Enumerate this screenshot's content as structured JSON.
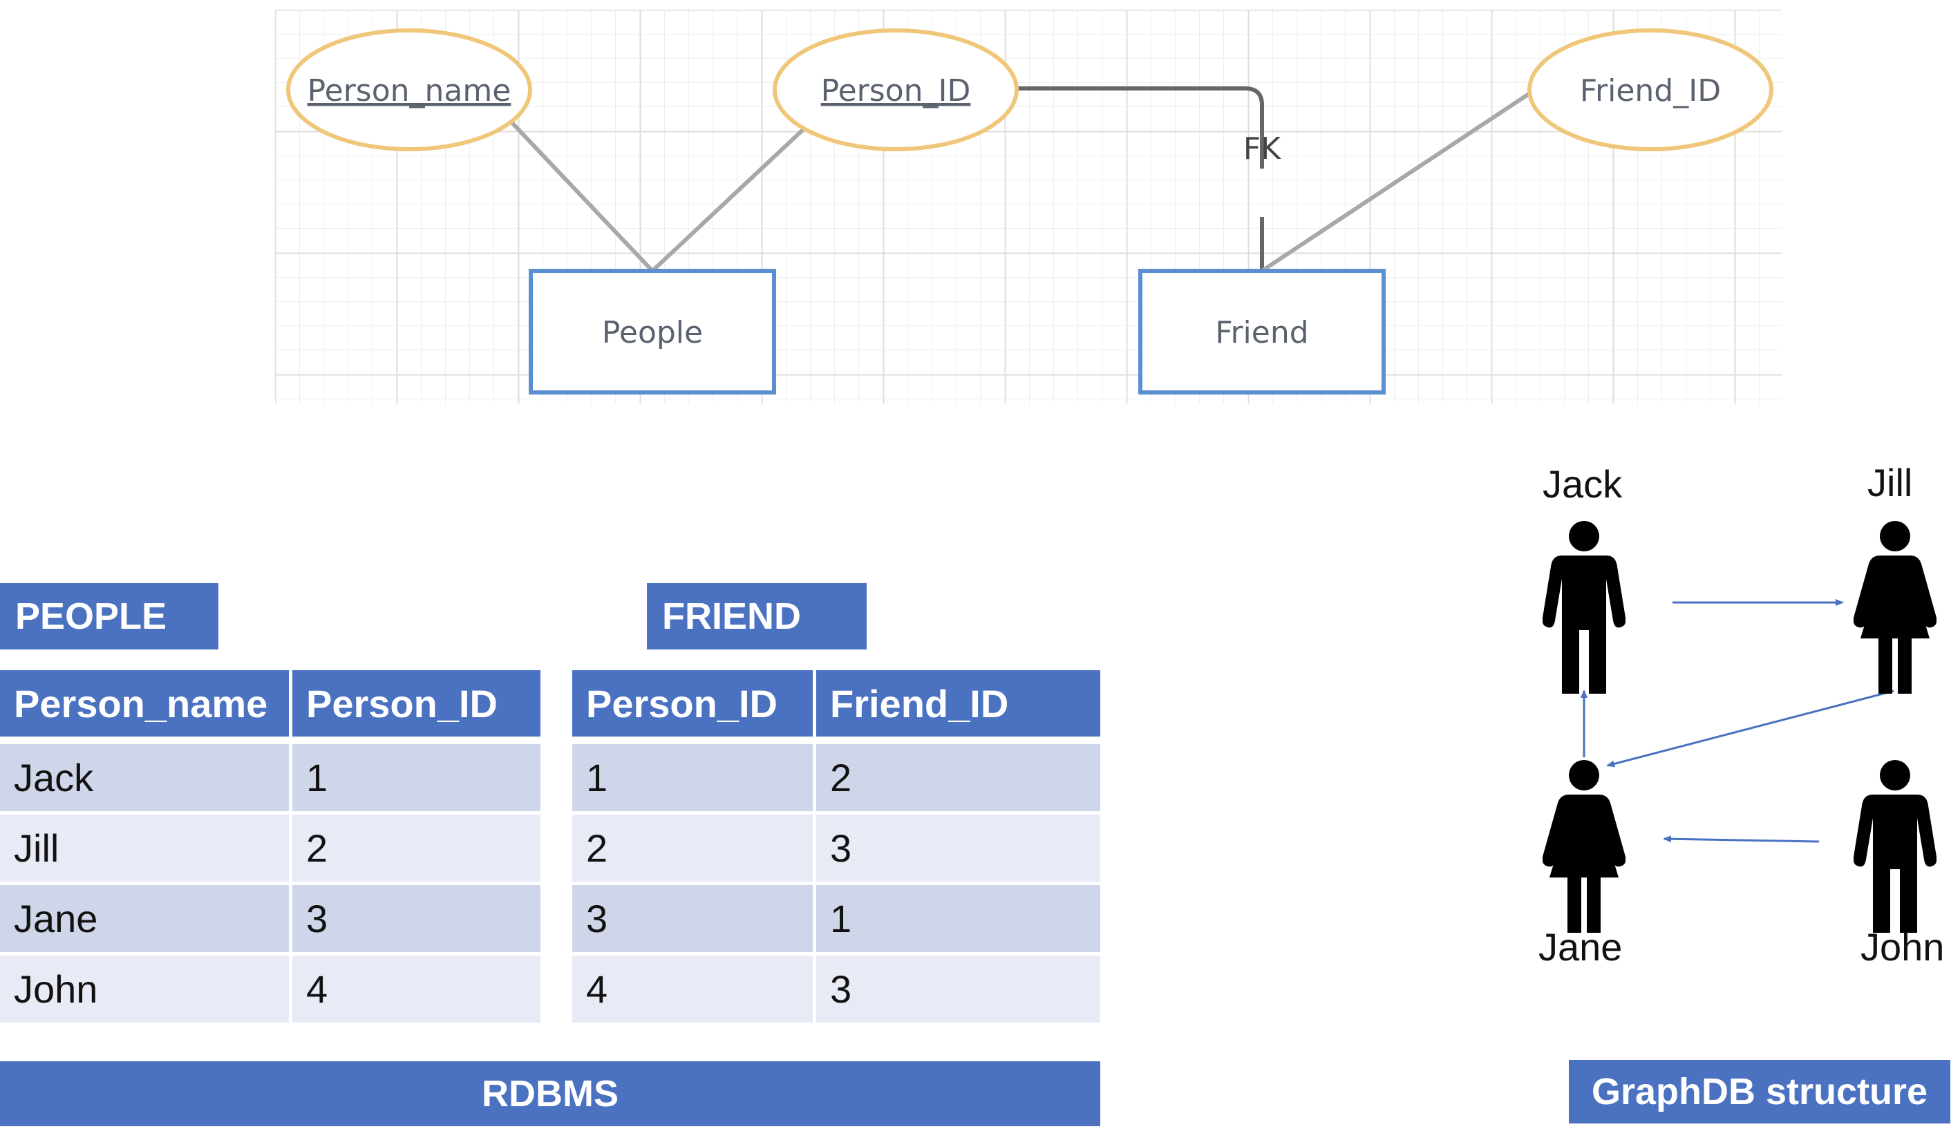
{
  "er": {
    "attributes": [
      {
        "label": "Person_name",
        "underlined": true
      },
      {
        "label": "Person_ID",
        "underlined": true
      },
      {
        "label": "Friend_ID",
        "underlined": false
      }
    ],
    "entities": [
      "People",
      "Friend"
    ],
    "fk_label": "FK",
    "colors": {
      "attribute_border": "#f0c77a",
      "entity_border": "#5b8fd0",
      "grid": "#e6e6e6"
    }
  },
  "people_table": {
    "title": "PEOPLE",
    "headers": [
      "Person_name",
      "Person_ID"
    ],
    "rows": [
      [
        "Jack",
        "1"
      ],
      [
        "Jill",
        "2"
      ],
      [
        "Jane",
        "3"
      ],
      [
        "John",
        "4"
      ]
    ]
  },
  "friend_table": {
    "title": "FRIEND",
    "headers": [
      "Person_ID",
      "Friend_ID"
    ],
    "rows": [
      [
        "1",
        "2"
      ],
      [
        "2",
        "3"
      ],
      [
        "3",
        "1"
      ],
      [
        "4",
        "3"
      ]
    ]
  },
  "rdbms_label": "RDBMS",
  "graph": {
    "nodes": [
      {
        "name": "Jack",
        "icon": "man-icon"
      },
      {
        "name": "Jill",
        "icon": "woman-icon"
      },
      {
        "name": "Jane",
        "icon": "woman-icon"
      },
      {
        "name": "John",
        "icon": "man-icon"
      }
    ],
    "edges": [
      [
        "Jack",
        "Jill"
      ],
      [
        "Jill",
        "Jane"
      ],
      [
        "Jane",
        "Jack"
      ],
      [
        "John",
        "Jane"
      ]
    ],
    "label": "GraphDB structure"
  },
  "colors": {
    "accent": "#4a72c0",
    "row_dark": "#cfd6e9",
    "row_light": "#e8ebf5"
  }
}
